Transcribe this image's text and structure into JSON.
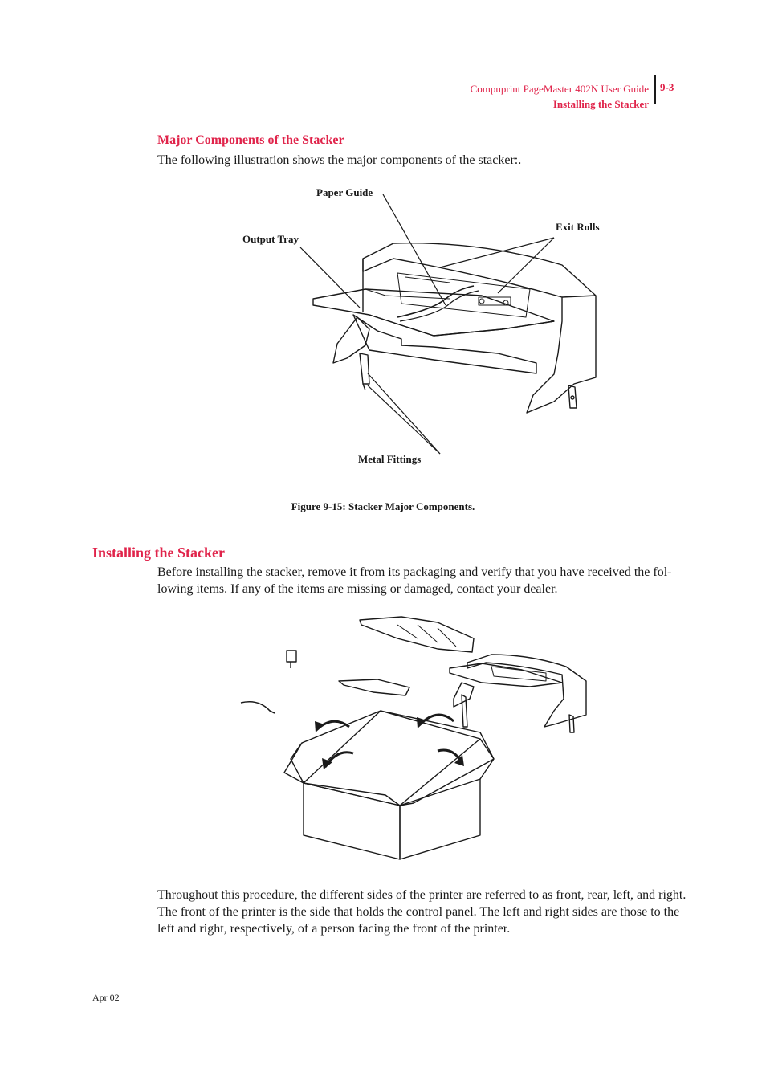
{
  "header": {
    "guide_title": "Compuprint PageMaster 402N User Guide",
    "section": "Installing the Stacker",
    "page_number": "9-3"
  },
  "major_components": {
    "heading": "Major Components of the Stacker",
    "intro": "The following illustration shows the major components of the stacker:."
  },
  "figure": {
    "labels": {
      "paper_guide": "Paper Guide",
      "output_tray": "Output Tray",
      "exit_rolls": "Exit Rolls",
      "metal_fittings": "Metal Fittings"
    },
    "caption": "Figure 9-15:  Stacker Major Components."
  },
  "installing": {
    "heading": "Installing the Stacker",
    "paragraph1": "Before installing the stacker, remove it from its packaging and verify that you have received the fol-lowing items. If any of the items are missing or damaged, contact your dealer.",
    "paragraph2": "Throughout this procedure, the different sides of the printer are referred to as front, rear, left, and right. The front of the printer is the side that holds the control panel. The left and right sides are those to the left and right, respectively, of a person facing the front of the printer."
  },
  "footer": {
    "date": "Apr 02"
  }
}
